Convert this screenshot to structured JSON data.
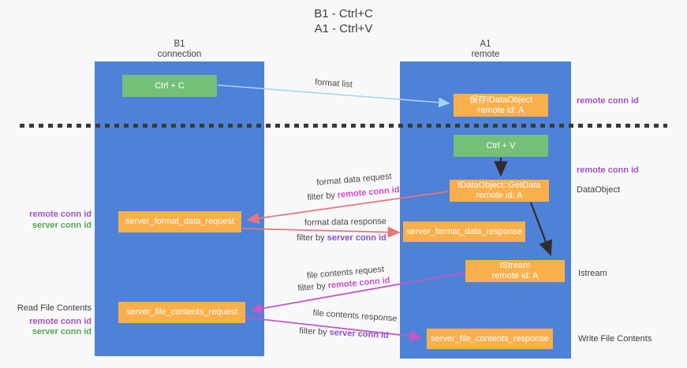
{
  "title": {
    "line1": "B1 - Ctrl+C",
    "line2": "A1 - Ctrl+V"
  },
  "lanes": {
    "left": {
      "header1": "B1",
      "header2": "connection"
    },
    "right": {
      "header1": "A1",
      "header2": "remote"
    }
  },
  "nodes": {
    "ctrl_c": {
      "label": "Ctrl + C"
    },
    "ctrl_v": {
      "label": "Ctrl + V"
    },
    "save_dataobject": {
      "line1": "保存IDataObject",
      "line2": "remote id: A"
    },
    "getdata": {
      "line1": "IDataObject::GetData",
      "line2": "remote id: A"
    },
    "istream": {
      "line1": "IStream",
      "line2": "remote id: A"
    },
    "format_request": {
      "label": "server_format_data_request"
    },
    "format_response": {
      "label": "server_format_data_response"
    },
    "file_request": {
      "label": "server_file_contents_request"
    },
    "file_response": {
      "label": "server_file_contents_response"
    }
  },
  "arrow_labels": {
    "format_list": "format list",
    "format_data_request": "format data request",
    "format_data_request_filter": {
      "prefix": "filter by",
      "value": "remote conn id"
    },
    "format_data_response": "format data response",
    "format_data_response_filter": {
      "prefix": "filter by",
      "value": "server conn id"
    },
    "file_contents_request": "file contents request",
    "file_contents_request_filter": {
      "prefix": "filter by",
      "value": "remote conn id"
    },
    "file_contents_response": "file contents response",
    "file_contents_response_filter": {
      "prefix": "filter by",
      "value": "server conn id"
    }
  },
  "side_labels": {
    "right_remote_conn_top": "remote conn id",
    "right_remote_conn_mid": "remote conn id",
    "right_dataobject": "DataObject",
    "right_istream": "Istream",
    "right_write_file_contents": "Write File Contents",
    "left_remote_conn_mid": "remote conn id",
    "left_server_conn_mid": "server conn id",
    "left_read_file_contents": "Read File Contents",
    "left_remote_conn_bottom": "remote conn id",
    "left_server_conn_bottom": "server conn id"
  },
  "colors": {
    "lane_blue": "#4d82d8",
    "node_green": "#74c078",
    "node_orange": "#f9af4b",
    "arrow_light_blue": "#a8d3f2",
    "arrow_black": "#2e2e2e",
    "arrow_salmon": "#e8767c",
    "arrow_magenta": "#c457c4",
    "side_purple": "#a153c6",
    "side_green": "#54a854",
    "filter_magenta": "#c94fc9",
    "filter_purple": "#8b50d0"
  }
}
